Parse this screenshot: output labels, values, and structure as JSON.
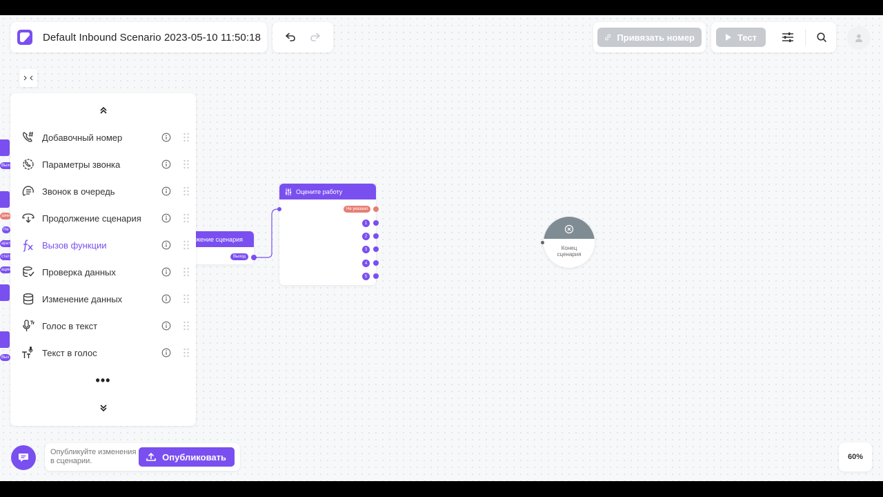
{
  "header": {
    "title": "Default Inbound Scenario 2023-05-10 11:50:18",
    "bind_number_label": "Привязать номер",
    "test_label": "Тест"
  },
  "sidebar": {
    "items": [
      {
        "label": "Добавочный номер",
        "icon": "phone-extension-icon"
      },
      {
        "label": "Параметры звонка",
        "icon": "call-settings-icon"
      },
      {
        "label": "Звонок в очередь",
        "icon": "call-queue-icon"
      },
      {
        "label": "Продолжение сценария",
        "icon": "scenario-continue-icon"
      },
      {
        "label": "Вызов функции",
        "icon": "function-icon"
      },
      {
        "label": "Проверка данных",
        "icon": "data-check-icon"
      },
      {
        "label": "Изменение данных",
        "icon": "data-edit-icon"
      },
      {
        "label": "Голос в текст",
        "icon": "speech-to-text-icon"
      },
      {
        "label": "Текст в голос",
        "icon": "text-to-speech-icon"
      }
    ],
    "more": "•••"
  },
  "canvas": {
    "node_continue": {
      "title": "жение сценария",
      "output": "Выход"
    },
    "node_rate": {
      "title": "Оцените работу",
      "not_pressed": "Не указано",
      "outputs": [
        "1",
        "2",
        "3",
        "4",
        "5"
      ]
    },
    "node_end": {
      "line1": "Конец",
      "line2": "сценария"
    },
    "left_partial": [
      "Выхо",
      "Не",
      "зачи",
      "аратор",
      "статус",
      "ации",
      "Вых"
    ]
  },
  "footer": {
    "publish_hint": "Опубликуйте изменения в сценарии.",
    "publish_label": "Опубликовать",
    "zoom": "60%"
  },
  "colors": {
    "accent": "#7a4ff0",
    "end_node": "#7f8c94",
    "not_pressed": "#e77f74"
  }
}
